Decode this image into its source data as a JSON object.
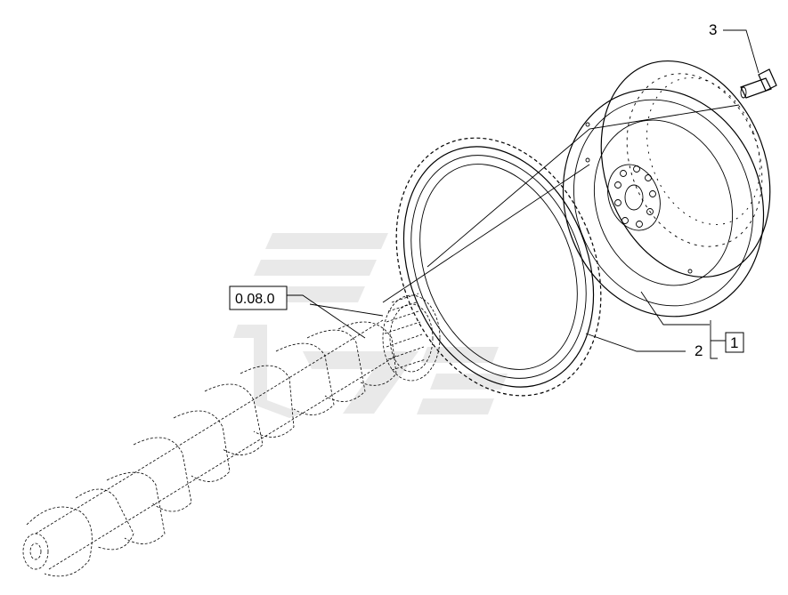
{
  "callouts": {
    "part_3": "3",
    "part_2": "2",
    "part_1": "1",
    "reference": "0.08.0"
  }
}
